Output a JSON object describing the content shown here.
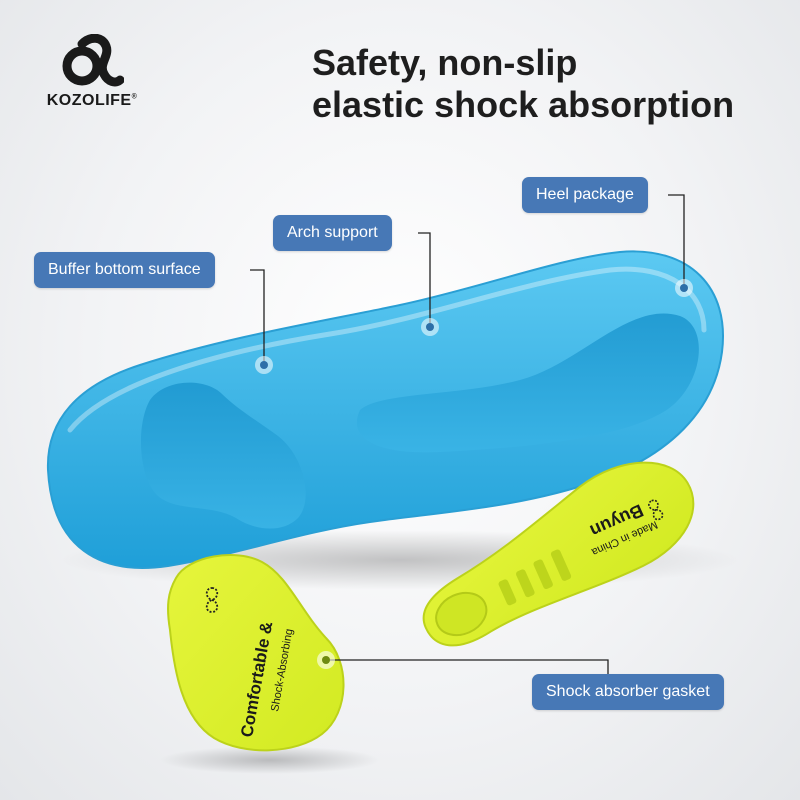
{
  "brand": {
    "name": "KOZOLIFE",
    "mark": "®"
  },
  "headline": {
    "line1": "Safety, non-slip",
    "line2": "elastic shock absorption"
  },
  "callouts": {
    "heel": "Heel package",
    "arch": "Arch support",
    "buffer": "Buffer bottom surface",
    "gasket": "Shock absorber gasket"
  },
  "pads": {
    "forefoot_line1": "Comfortable &",
    "forefoot_line2": "Shock-Absorbing",
    "heel_brand": "Buyun",
    "heel_origin": "Made in China"
  },
  "colors": {
    "callout_bg": "#4778b6",
    "insole_blue": "#3cb4e6",
    "pad_yellow": "#dcf032",
    "headline": "#1e1e1e"
  },
  "icons": [
    "kozolife-logo-icon",
    "infinity-icon"
  ]
}
